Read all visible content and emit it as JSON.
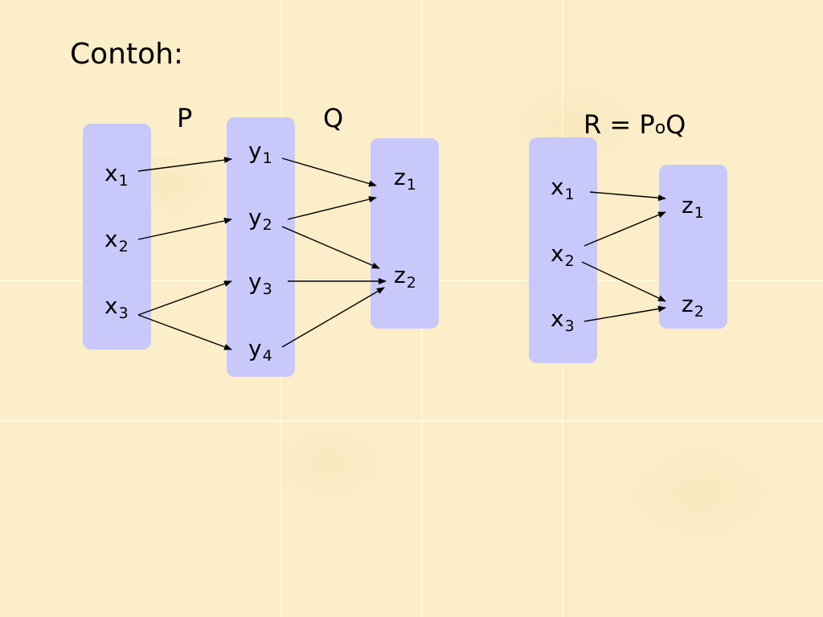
{
  "title": "Contoh:",
  "diagram_left": {
    "relation_labels": {
      "p": "P",
      "q": "Q"
    },
    "set_x": [
      {
        "name": "x",
        "index": "1"
      },
      {
        "name": "x",
        "index": "2"
      },
      {
        "name": "x",
        "index": "3"
      }
    ],
    "set_y": [
      {
        "name": "y",
        "index": "1"
      },
      {
        "name": "y",
        "index": "2"
      },
      {
        "name": "y",
        "index": "3"
      },
      {
        "name": "y",
        "index": "4"
      }
    ],
    "set_z": [
      {
        "name": "z",
        "index": "1"
      },
      {
        "name": "z",
        "index": "2"
      }
    ],
    "p_pairs": [
      [
        "x1",
        "y1"
      ],
      [
        "x2",
        "y2"
      ],
      [
        "x3",
        "y3"
      ],
      [
        "x3",
        "y4"
      ]
    ],
    "q_pairs": [
      [
        "y1",
        "z1"
      ],
      [
        "y2",
        "z1"
      ],
      [
        "y2",
        "z2"
      ],
      [
        "y3",
        "z2"
      ],
      [
        "y4",
        "z2"
      ]
    ]
  },
  "diagram_right": {
    "composition_label": {
      "lhs": "R = P",
      "op": "o",
      "rhs": "Q"
    },
    "set_x": [
      {
        "name": "x",
        "index": "1"
      },
      {
        "name": "x",
        "index": "2"
      },
      {
        "name": "x",
        "index": "3"
      }
    ],
    "set_z": [
      {
        "name": "z",
        "index": "1"
      },
      {
        "name": "z",
        "index": "2"
      }
    ],
    "r_pairs": [
      [
        "x1",
        "z1"
      ],
      [
        "x2",
        "z1"
      ],
      [
        "x2",
        "z2"
      ],
      [
        "x3",
        "z2"
      ]
    ]
  },
  "colors": {
    "background": "#fbeec8",
    "set_box": "#c8c8fa",
    "arrow": "#000000"
  }
}
